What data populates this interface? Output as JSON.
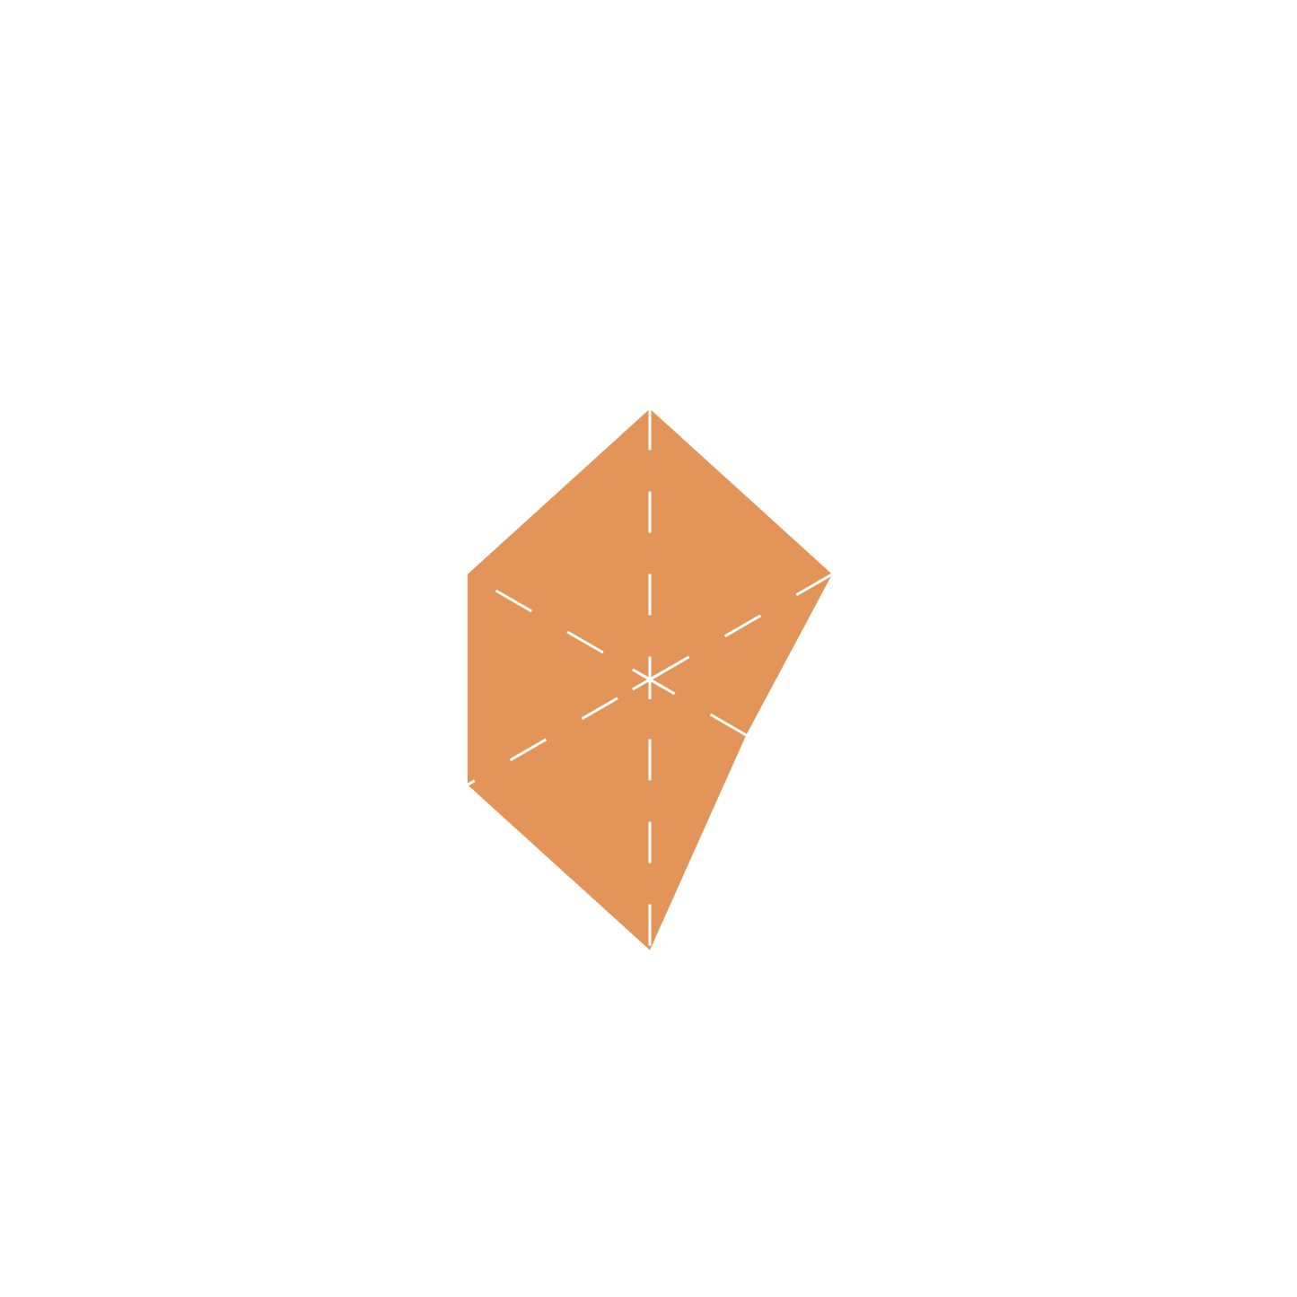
{
  "chart_data": {
    "type": "radar",
    "title": "",
    "axes": [
      "",
      "",
      "",
      "",
      "",
      ""
    ],
    "rmax": 1.0,
    "grid": false,
    "legend": "none",
    "series": [
      {
        "color": "#E39458",
        "values": [
          0.9,
          0.7,
          0.37,
          0.9,
          0.7,
          0.7
        ]
      }
    ],
    "center_marker": "asterisk",
    "spoke_color": "#FFFFFF",
    "spoke_style": "dashed"
  }
}
